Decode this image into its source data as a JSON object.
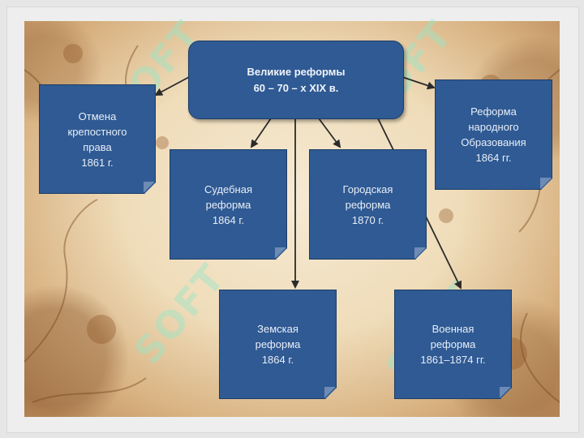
{
  "diagram": {
    "root": {
      "label": "Великие реформы\n60 – 70 – х XIX в."
    },
    "nodes": [
      {
        "id": "serfdom",
        "label": "Отмена\nкрепостного\nправа\n1861 г."
      },
      {
        "id": "judicial",
        "label": "Судебная\nреформа\n1864 г."
      },
      {
        "id": "city",
        "label": "Городская\nреформа\n1870 г."
      },
      {
        "id": "education",
        "label": "Реформа\nнародного\nОбразования\n1864 гг."
      },
      {
        "id": "zemstvo",
        "label": "Земская\nреформа\n1864 г."
      },
      {
        "id": "military",
        "label": "Военная\nреформа\n1861–1874 гг."
      }
    ]
  },
  "watermark": {
    "text": "SOFT"
  },
  "colors": {
    "box": "#2f5a93",
    "box_border": "#1d3d68",
    "arrow": "#2b2b2b",
    "watermark": "#96e6c8"
  }
}
